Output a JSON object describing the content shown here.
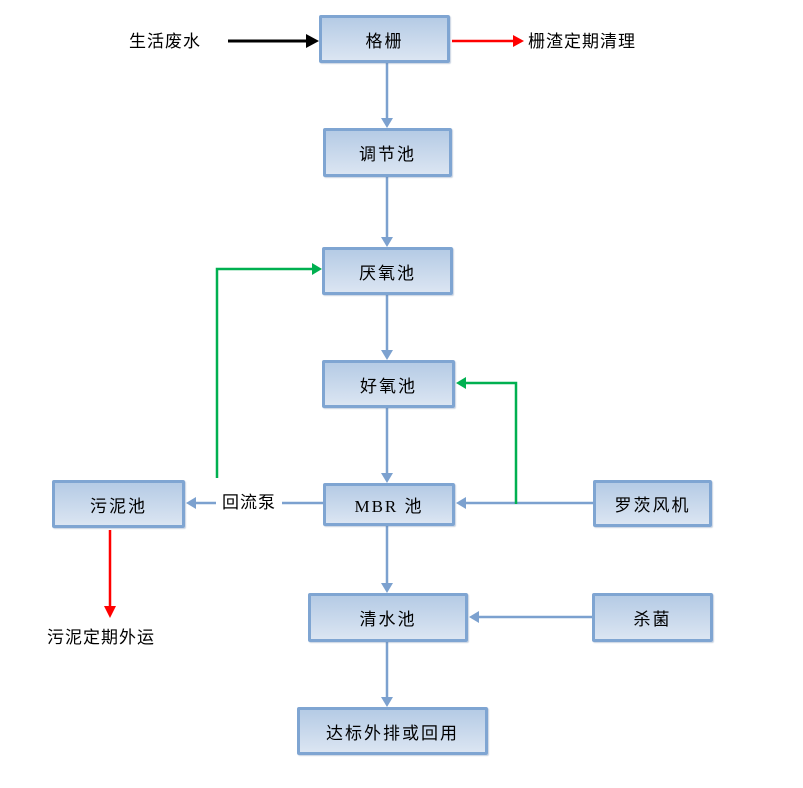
{
  "colors": {
    "box_fill_top": "#b5cbe5",
    "box_fill_bottom": "#dbe5f2",
    "box_border": "#7fa5d2",
    "flow_arrow": "#7ca1cf",
    "return_arrow": "#00b050",
    "waste_arrow": "#ff0000",
    "input_arrow": "#000000"
  },
  "nodes": [
    {
      "id": "grid",
      "label": "格栅"
    },
    {
      "id": "regulating-tank",
      "label": "调节池"
    },
    {
      "id": "anaerobic-tank",
      "label": "厌氧池"
    },
    {
      "id": "aerobic-tank",
      "label": "好氧池"
    },
    {
      "id": "mbr-tank",
      "label": "MBR 池"
    },
    {
      "id": "sludge-tank",
      "label": "污泥池"
    },
    {
      "id": "roots-blower",
      "label": "罗茨风机"
    },
    {
      "id": "clear-water-tank",
      "label": "清水池"
    },
    {
      "id": "sterilize",
      "label": "杀菌"
    },
    {
      "id": "discharge",
      "label": "达标外排或回用"
    }
  ],
  "annotations": [
    {
      "id": "influent",
      "label": "生活废水"
    },
    {
      "id": "screenings",
      "label": "栅渣定期清理"
    },
    {
      "id": "reflux-pump",
      "label": "回流泵"
    },
    {
      "id": "sludge-removal",
      "label": "污泥定期外运"
    }
  ],
  "edges": [
    {
      "from": "生活废水",
      "to": "格栅",
      "type": "input"
    },
    {
      "from": "格栅",
      "to": "栅渣定期清理",
      "type": "waste"
    },
    {
      "from": "格栅",
      "to": "调节池",
      "type": "flow"
    },
    {
      "from": "调节池",
      "to": "厌氧池",
      "type": "flow"
    },
    {
      "from": "厌氧池",
      "to": "好氧池",
      "type": "flow"
    },
    {
      "from": "好氧池",
      "to": "MBR 池",
      "type": "flow"
    },
    {
      "from": "MBR 池",
      "to": "清水池",
      "type": "flow"
    },
    {
      "from": "清水池",
      "to": "达标外排或回用",
      "type": "flow"
    },
    {
      "from": "MBR 池",
      "to": "污泥池",
      "type": "flow",
      "via": "回流泵"
    },
    {
      "from": "回流泵",
      "to": "厌氧池",
      "type": "return"
    },
    {
      "from": "回流泵",
      "to": "好氧池",
      "type": "return"
    },
    {
      "from": "罗茨风机",
      "to": "MBR 池",
      "type": "flow"
    },
    {
      "from": "杀菌",
      "to": "清水池",
      "type": "flow"
    },
    {
      "from": "污泥池",
      "to": "污泥定期外运",
      "type": "waste"
    }
  ]
}
